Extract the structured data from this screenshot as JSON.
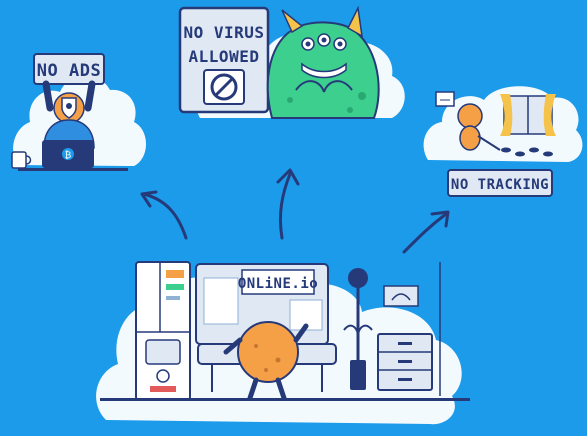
{
  "colors": {
    "background": "#1b9bea",
    "cloud": "#ffffff",
    "ink": "#263a7a",
    "monster": "#3ccf8e",
    "character": "#f5a046",
    "sign": "#dfe8f3"
  },
  "signs": {
    "no_ads": "NO ADS",
    "no_virus_line1": "NO VIRUS",
    "no_virus_line2": "ALLOWED",
    "no_tracking": "NO TRACKING"
  },
  "billboard": {
    "brand": "ONLiNE.io"
  },
  "icons": [
    "arrow-icon",
    "prohibited-icon",
    "shield-icon",
    "bitcoin-icon",
    "mug-icon",
    "floor-lamp-icon",
    "drawer-cabinet-icon",
    "picture-frame-icon"
  ]
}
